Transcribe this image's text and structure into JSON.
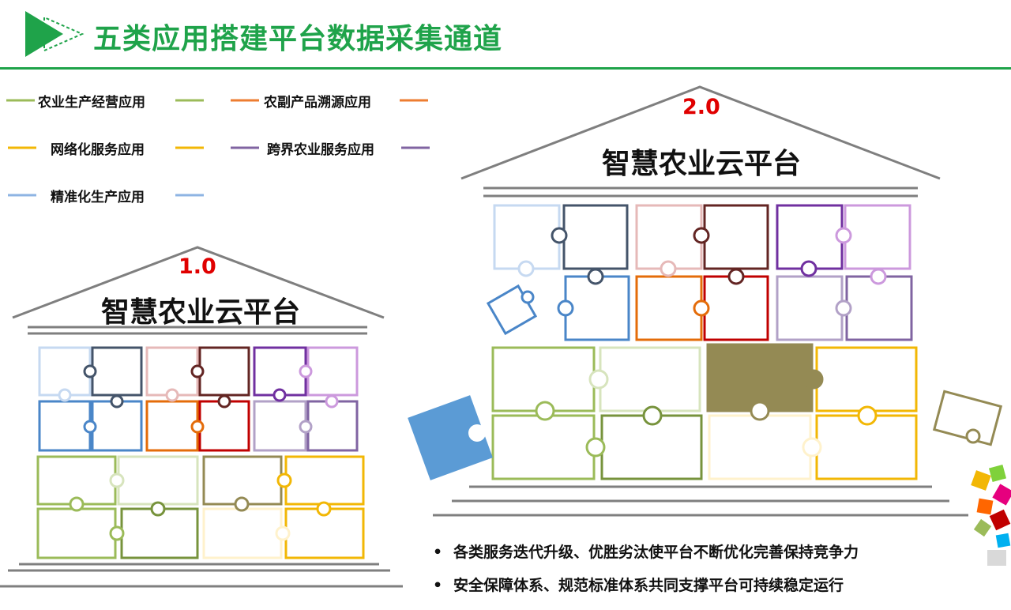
{
  "header": {
    "title": "五类应用搭建平台数据采集通道"
  },
  "legend": [
    {
      "label": "农业生产经营应用",
      "color": "#9bbb59"
    },
    {
      "label": "农副产品溯源应用",
      "color": "#ed7d31"
    },
    {
      "label": "网络化服务应用",
      "color": "#f2b705"
    },
    {
      "label": "跨界农业服务应用",
      "color": "#8064a2"
    },
    {
      "label": "精准化生产应用",
      "color": "#8eb4e3"
    }
  ],
  "platform_v1": {
    "version": "1.0",
    "name": "智慧农业云平台"
  },
  "platform_v2": {
    "version": "2.0",
    "name": "智慧农业云平台"
  },
  "bullets": [
    "各类服务迭代升级、优胜劣汰使平台不断优化完善保持竞争力",
    "安全保障体系、规范标准体系共同支撑平台可持续稳定运行"
  ],
  "colors": {
    "brand": "#1fa34a",
    "roof": "#7f7f7f",
    "version": "#e00000"
  }
}
